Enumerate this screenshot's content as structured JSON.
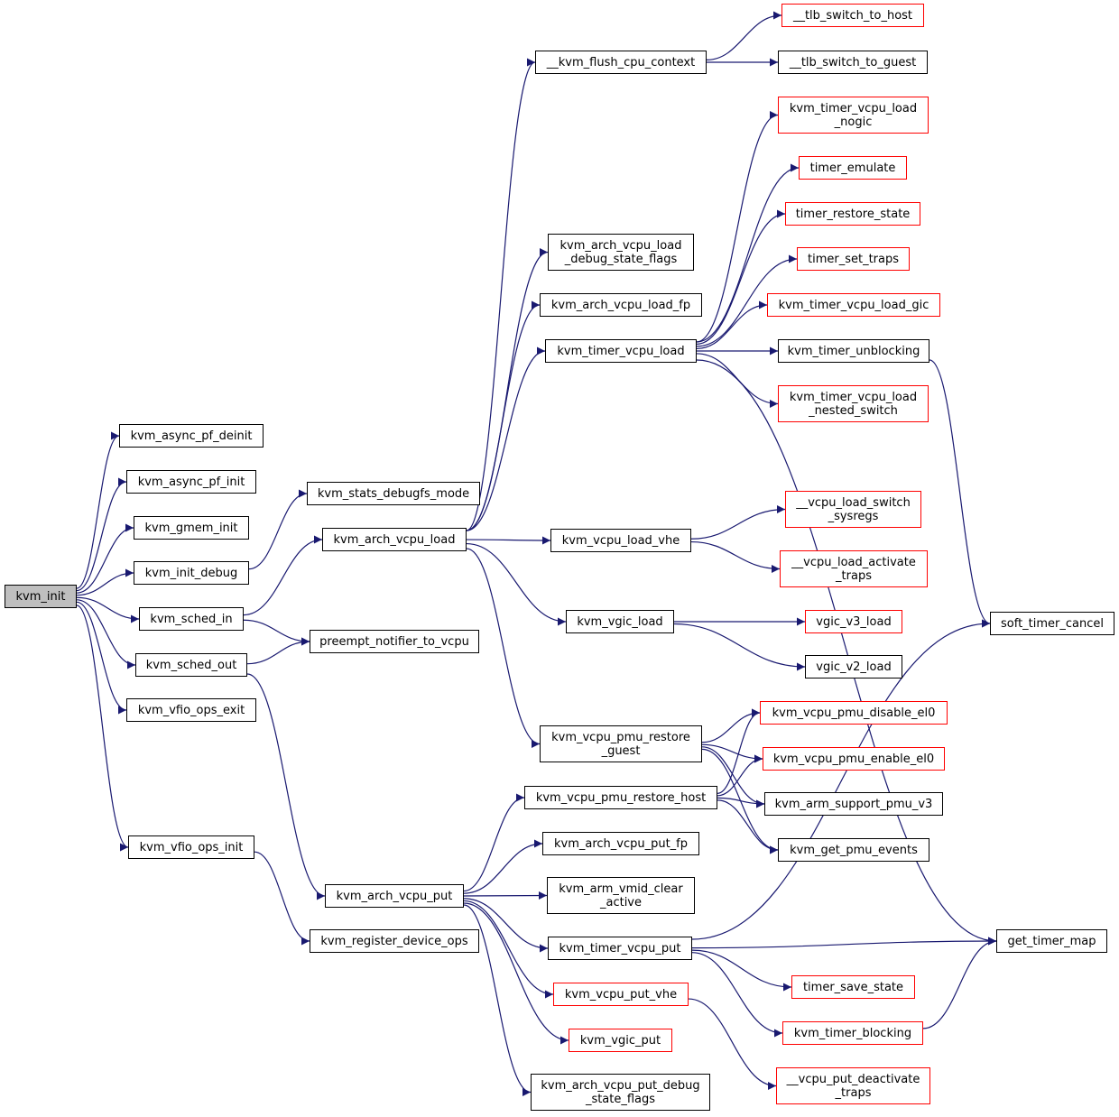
{
  "nodes": {
    "kvm_init": {
      "lines": [
        "kvm_init"
      ],
      "style": "root"
    },
    "kvm_async_pf_deinit": {
      "lines": [
        "kvm_async_pf_deinit"
      ],
      "style": "black"
    },
    "kvm_async_pf_init": {
      "lines": [
        "kvm_async_pf_init"
      ],
      "style": "black"
    },
    "kvm_gmem_init": {
      "lines": [
        "kvm_gmem_init"
      ],
      "style": "black"
    },
    "kvm_init_debug": {
      "lines": [
        "kvm_init_debug"
      ],
      "style": "black"
    },
    "kvm_sched_in": {
      "lines": [
        "kvm_sched_in"
      ],
      "style": "black"
    },
    "kvm_sched_out": {
      "lines": [
        "kvm_sched_out"
      ],
      "style": "black"
    },
    "kvm_vfio_ops_exit": {
      "lines": [
        "kvm_vfio_ops_exit"
      ],
      "style": "black"
    },
    "kvm_vfio_ops_init": {
      "lines": [
        "kvm_vfio_ops_init"
      ],
      "style": "black"
    },
    "kvm_stats_debugfs_mode": {
      "lines": [
        "kvm_stats_debugfs_mode"
      ],
      "style": "black"
    },
    "kvm_arch_vcpu_load": {
      "lines": [
        "kvm_arch_vcpu_load"
      ],
      "style": "black"
    },
    "preempt_notifier_to_vcpu": {
      "lines": [
        "preempt_notifier_to_vcpu"
      ],
      "style": "black"
    },
    "kvm_arch_vcpu_put": {
      "lines": [
        "kvm_arch_vcpu_put"
      ],
      "style": "black"
    },
    "kvm_register_device_ops": {
      "lines": [
        "kvm_register_device_ops"
      ],
      "style": "black"
    },
    "__kvm_flush_cpu_context": {
      "lines": [
        "__kvm_flush_cpu_context"
      ],
      "style": "black"
    },
    "kvm_arch_vcpu_load_debug_state_flags": {
      "lines": [
        "kvm_arch_vcpu_load",
        "_debug_state_flags"
      ],
      "style": "black"
    },
    "kvm_arch_vcpu_load_fp": {
      "lines": [
        "kvm_arch_vcpu_load_fp"
      ],
      "style": "black"
    },
    "kvm_timer_vcpu_load": {
      "lines": [
        "kvm_timer_vcpu_load"
      ],
      "style": "black"
    },
    "kvm_vcpu_load_vhe": {
      "lines": [
        "kvm_vcpu_load_vhe"
      ],
      "style": "black"
    },
    "kvm_vgic_load": {
      "lines": [
        "kvm_vgic_load"
      ],
      "style": "black"
    },
    "kvm_vcpu_pmu_restore_guest": {
      "lines": [
        "kvm_vcpu_pmu_restore",
        "_guest"
      ],
      "style": "black"
    },
    "kvm_vcpu_pmu_restore_host": {
      "lines": [
        "kvm_vcpu_pmu_restore_host"
      ],
      "style": "black"
    },
    "kvm_arch_vcpu_put_fp": {
      "lines": [
        "kvm_arch_vcpu_put_fp"
      ],
      "style": "black"
    },
    "kvm_arm_vmid_clear_active": {
      "lines": [
        "kvm_arm_vmid_clear",
        "_active"
      ],
      "style": "black"
    },
    "kvm_timer_vcpu_put": {
      "lines": [
        "kvm_timer_vcpu_put"
      ],
      "style": "black"
    },
    "kvm_vcpu_put_vhe": {
      "lines": [
        "kvm_vcpu_put_vhe"
      ],
      "style": "red"
    },
    "kvm_vgic_put": {
      "lines": [
        "kvm_vgic_put"
      ],
      "style": "red"
    },
    "kvm_arch_vcpu_put_debug_state_flags": {
      "lines": [
        "kvm_arch_vcpu_put_debug",
        "_state_flags"
      ],
      "style": "black"
    },
    "__tlb_switch_to_host": {
      "lines": [
        "__tlb_switch_to_host"
      ],
      "style": "red"
    },
    "__tlb_switch_to_guest": {
      "lines": [
        "__tlb_switch_to_guest"
      ],
      "style": "black"
    },
    "kvm_timer_vcpu_load_nogic": {
      "lines": [
        "kvm_timer_vcpu_load",
        "_nogic"
      ],
      "style": "red"
    },
    "timer_emulate": {
      "lines": [
        "timer_emulate"
      ],
      "style": "red"
    },
    "timer_restore_state": {
      "lines": [
        "timer_restore_state"
      ],
      "style": "red"
    },
    "timer_set_traps": {
      "lines": [
        "timer_set_traps"
      ],
      "style": "red"
    },
    "kvm_timer_vcpu_load_gic": {
      "lines": [
        "kvm_timer_vcpu_load_gic"
      ],
      "style": "red"
    },
    "kvm_timer_unblocking": {
      "lines": [
        "kvm_timer_unblocking"
      ],
      "style": "black"
    },
    "kvm_timer_vcpu_load_nested_switch": {
      "lines": [
        "kvm_timer_vcpu_load",
        "_nested_switch"
      ],
      "style": "red"
    },
    "__vcpu_load_switch_sysregs": {
      "lines": [
        "__vcpu_load_switch",
        "_sysregs"
      ],
      "style": "red"
    },
    "__vcpu_load_activate_traps": {
      "lines": [
        "__vcpu_load_activate",
        "_traps"
      ],
      "style": "red"
    },
    "vgic_v3_load": {
      "lines": [
        "vgic_v3_load"
      ],
      "style": "red"
    },
    "vgic_v2_load": {
      "lines": [
        "vgic_v2_load"
      ],
      "style": "black"
    },
    "kvm_vcpu_pmu_disable_el0": {
      "lines": [
        "kvm_vcpu_pmu_disable_el0"
      ],
      "style": "red"
    },
    "kvm_vcpu_pmu_enable_el0": {
      "lines": [
        "kvm_vcpu_pmu_enable_el0"
      ],
      "style": "red"
    },
    "kvm_arm_support_pmu_v3": {
      "lines": [
        "kvm_arm_support_pmu_v3"
      ],
      "style": "black"
    },
    "kvm_get_pmu_events": {
      "lines": [
        "kvm_get_pmu_events"
      ],
      "style": "black"
    },
    "timer_save_state": {
      "lines": [
        "timer_save_state"
      ],
      "style": "red"
    },
    "kvm_timer_blocking": {
      "lines": [
        "kvm_timer_blocking"
      ],
      "style": "red"
    },
    "__vcpu_put_deactivate_traps": {
      "lines": [
        "__vcpu_put_deactivate",
        "_traps"
      ],
      "style": "red"
    },
    "soft_timer_cancel": {
      "lines": [
        "soft_timer_cancel"
      ],
      "style": "black"
    },
    "get_timer_map": {
      "lines": [
        "get_timer_map"
      ],
      "style": "black"
    }
  },
  "edges": [
    [
      "kvm_init",
      "kvm_async_pf_deinit"
    ],
    [
      "kvm_init",
      "kvm_async_pf_init"
    ],
    [
      "kvm_init",
      "kvm_gmem_init"
    ],
    [
      "kvm_init",
      "kvm_init_debug"
    ],
    [
      "kvm_init",
      "kvm_sched_in"
    ],
    [
      "kvm_init",
      "kvm_sched_out"
    ],
    [
      "kvm_init",
      "kvm_vfio_ops_exit"
    ],
    [
      "kvm_init",
      "kvm_vfio_ops_init"
    ],
    [
      "kvm_init_debug",
      "kvm_stats_debugfs_mode"
    ],
    [
      "kvm_sched_in",
      "kvm_arch_vcpu_load"
    ],
    [
      "kvm_sched_in",
      "preempt_notifier_to_vcpu"
    ],
    [
      "kvm_sched_out",
      "preempt_notifier_to_vcpu"
    ],
    [
      "kvm_sched_out",
      "kvm_arch_vcpu_put"
    ],
    [
      "kvm_vfio_ops_init",
      "kvm_register_device_ops"
    ],
    [
      "kvm_arch_vcpu_load",
      "__kvm_flush_cpu_context"
    ],
    [
      "kvm_arch_vcpu_load",
      "kvm_arch_vcpu_load_debug_state_flags"
    ],
    [
      "kvm_arch_vcpu_load",
      "kvm_arch_vcpu_load_fp"
    ],
    [
      "kvm_arch_vcpu_load",
      "kvm_timer_vcpu_load"
    ],
    [
      "kvm_arch_vcpu_load",
      "kvm_vcpu_load_vhe"
    ],
    [
      "kvm_arch_vcpu_load",
      "kvm_vgic_load"
    ],
    [
      "kvm_arch_vcpu_load",
      "kvm_vcpu_pmu_restore_guest"
    ],
    [
      "__kvm_flush_cpu_context",
      "__tlb_switch_to_host"
    ],
    [
      "__kvm_flush_cpu_context",
      "__tlb_switch_to_guest"
    ],
    [
      "kvm_timer_vcpu_load",
      "kvm_timer_vcpu_load_nogic"
    ],
    [
      "kvm_timer_vcpu_load",
      "timer_emulate"
    ],
    [
      "kvm_timer_vcpu_load",
      "timer_restore_state"
    ],
    [
      "kvm_timer_vcpu_load",
      "timer_set_traps"
    ],
    [
      "kvm_timer_vcpu_load",
      "kvm_timer_vcpu_load_gic"
    ],
    [
      "kvm_timer_vcpu_load",
      "kvm_timer_unblocking"
    ],
    [
      "kvm_timer_vcpu_load",
      "kvm_timer_vcpu_load_nested_switch"
    ],
    [
      "kvm_timer_vcpu_load",
      "get_timer_map"
    ],
    [
      "kvm_timer_unblocking",
      "soft_timer_cancel"
    ],
    [
      "kvm_vcpu_load_vhe",
      "__vcpu_load_switch_sysregs"
    ],
    [
      "kvm_vcpu_load_vhe",
      "__vcpu_load_activate_traps"
    ],
    [
      "kvm_vgic_load",
      "vgic_v3_load"
    ],
    [
      "kvm_vgic_load",
      "vgic_v2_load"
    ],
    [
      "kvm_vcpu_pmu_restore_guest",
      "kvm_vcpu_pmu_disable_el0"
    ],
    [
      "kvm_vcpu_pmu_restore_guest",
      "kvm_vcpu_pmu_enable_el0"
    ],
    [
      "kvm_vcpu_pmu_restore_guest",
      "kvm_arm_support_pmu_v3"
    ],
    [
      "kvm_vcpu_pmu_restore_guest",
      "kvm_get_pmu_events"
    ],
    [
      "kvm_arch_vcpu_put",
      "kvm_vcpu_pmu_restore_host"
    ],
    [
      "kvm_arch_vcpu_put",
      "kvm_arch_vcpu_put_fp"
    ],
    [
      "kvm_arch_vcpu_put",
      "kvm_arm_vmid_clear_active"
    ],
    [
      "kvm_arch_vcpu_put",
      "kvm_timer_vcpu_put"
    ],
    [
      "kvm_arch_vcpu_put",
      "kvm_vcpu_put_vhe"
    ],
    [
      "kvm_arch_vcpu_put",
      "kvm_vgic_put"
    ],
    [
      "kvm_arch_vcpu_put",
      "kvm_arch_vcpu_put_debug_state_flags"
    ],
    [
      "kvm_vcpu_pmu_restore_host",
      "kvm_vcpu_pmu_disable_el0"
    ],
    [
      "kvm_vcpu_pmu_restore_host",
      "kvm_vcpu_pmu_enable_el0"
    ],
    [
      "kvm_vcpu_pmu_restore_host",
      "kvm_arm_support_pmu_v3"
    ],
    [
      "kvm_vcpu_pmu_restore_host",
      "kvm_get_pmu_events"
    ],
    [
      "kvm_timer_vcpu_put",
      "soft_timer_cancel"
    ],
    [
      "kvm_timer_vcpu_put",
      "get_timer_map"
    ],
    [
      "kvm_timer_vcpu_put",
      "timer_save_state"
    ],
    [
      "kvm_timer_vcpu_put",
      "kvm_timer_blocking"
    ],
    [
      "kvm_timer_blocking",
      "get_timer_map"
    ],
    [
      "kvm_vcpu_put_vhe",
      "__vcpu_put_deactivate_traps"
    ]
  ],
  "colors": {
    "edge": "#191970",
    "border": "#000000",
    "highlight_border": "#ff0000",
    "root_fill": "#bfbfbf"
  }
}
